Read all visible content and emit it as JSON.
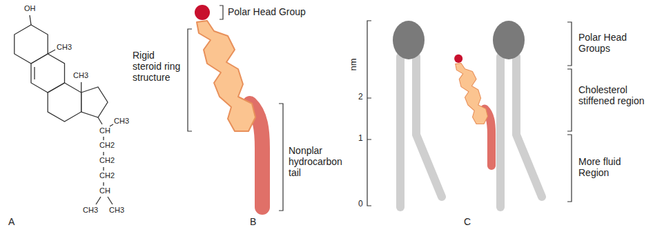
{
  "diagram": {
    "labels": [
      "OH",
      "CH3",
      "CH3",
      "CH3",
      "CH",
      "CH2",
      "CH2",
      "CH2",
      "CH",
      "CH3",
      "CH3",
      "A",
      "Polar Head Group",
      "Rigid steroid ring structure",
      "Nonplar hydrocarbon tail",
      "B",
      "nm",
      "2",
      "1",
      "0",
      "Polar Head Groups",
      "Cholesterol stiffened region",
      "More fluid Region",
      "C"
    ]
  }
}
